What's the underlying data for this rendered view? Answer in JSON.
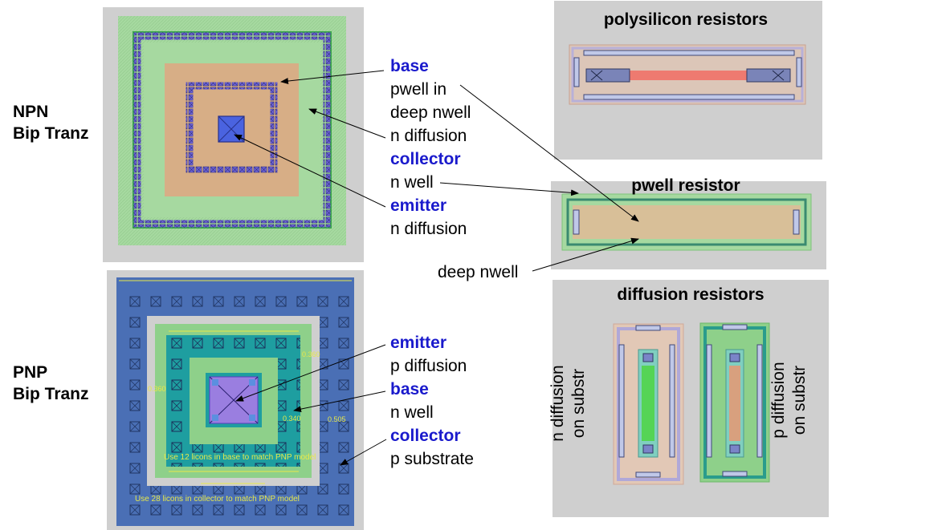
{
  "npn": {
    "side_line1": "NPN",
    "side_line2": "Bip Tranz",
    "labels": [
      {
        "text": "base",
        "role": "terminal"
      },
      {
        "text": "pwell in",
        "role": "layer"
      },
      {
        "text": "deep nwell",
        "role": "layer"
      },
      {
        "text": "n diffusion",
        "role": "layer"
      },
      {
        "text": "collector",
        "role": "terminal"
      },
      {
        "text": "n well",
        "role": "layer"
      },
      {
        "text": "emitter",
        "role": "terminal"
      },
      {
        "text": "n diffusion",
        "role": "layer"
      }
    ]
  },
  "pnp": {
    "side_line1": "PNP",
    "side_line2": "Bip Tranz",
    "labels": [
      {
        "text": "emitter",
        "role": "terminal"
      },
      {
        "text": "p diffusion",
        "role": "layer"
      },
      {
        "text": "base",
        "role": "terminal"
      },
      {
        "text": "n well",
        "role": "layer"
      },
      {
        "text": "collector",
        "role": "terminal"
      },
      {
        "text": "p substrate",
        "role": "layer"
      }
    ],
    "note_base": "Use 12 licons in base to match PNP model",
    "note_collector": "Use 28 licons in collector to match PNP model"
  },
  "deep_nwell_label": "deep nwell",
  "poly_title": "polysilicon resistors",
  "pwell_title": "pwell resistor",
  "diff_title": "diffusion resistors",
  "diff_left_line1": "n diffusion",
  "diff_left_line2": "on substr",
  "diff_right_line1": "p diffusion",
  "diff_right_line2": "on substr",
  "colors": {
    "terminal_blue": "#1a1acc",
    "panel_gray": "#cfcfcf",
    "well_green": "#9fd59a",
    "metal_purple": "#7a6fe0",
    "diffusion_tan": "#d8b08a",
    "poly_red": "#ee7a70",
    "nwell_teal": "#1e9ea0",
    "substrate_blue": "#4a6fb5"
  }
}
